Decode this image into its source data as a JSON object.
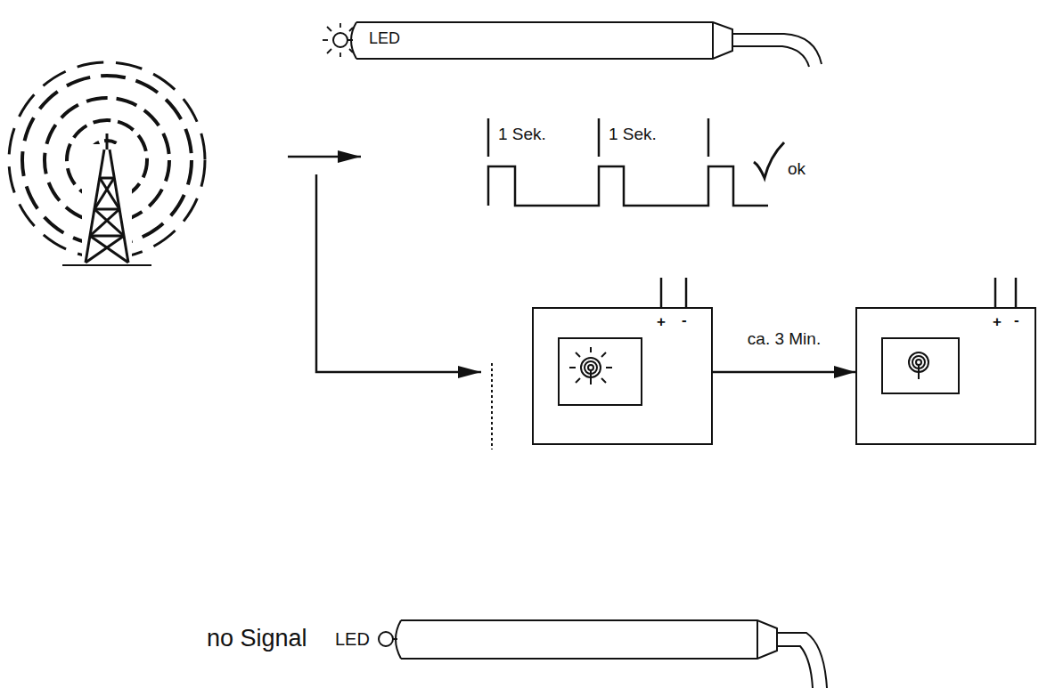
{
  "diagram": {
    "nodes": [
      {
        "text": [
          "+",
          "-"
        ]
      },
      {
        "text": [
          "+",
          "-"
        ]
      }
    ],
    "edges": [
      {
        "from": 0,
        "to": 1,
        "arrow": "to",
        "label": "ca. 3 Min."
      }
    ],
    "labels": [
      "LED",
      "1 Sek.",
      "1 Sek.",
      "ok",
      "no Signal",
      "LED"
    ]
  }
}
